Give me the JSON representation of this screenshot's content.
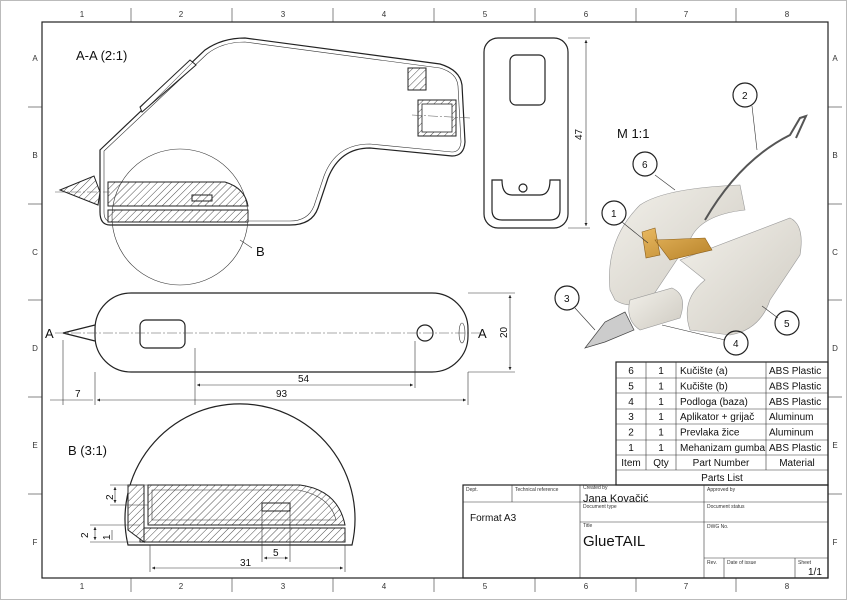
{
  "grid": {
    "columns": [
      "1",
      "2",
      "3",
      "4",
      "5",
      "6",
      "7",
      "8"
    ],
    "rows": [
      "A",
      "B",
      "C",
      "D",
      "E",
      "F"
    ]
  },
  "views": {
    "section_aa": {
      "label": "A-A (2:1)",
      "detail_callout": "B"
    },
    "side_view": {
      "dims": {
        "height": "47"
      }
    },
    "top_view": {
      "section_marks": [
        "A",
        "A"
      ],
      "dims": {
        "height": "20",
        "slot_to_hole": "54",
        "overall": "93",
        "tip": "7"
      }
    },
    "detail_b": {
      "label": "B (3:1)",
      "dims": {
        "d1": "2",
        "d2": "2",
        "d3": "1",
        "length": "31",
        "slot": "5"
      }
    },
    "iso_view": {
      "scale_label": "M 1:1",
      "balloons": [
        "1",
        "2",
        "3",
        "4",
        "5",
        "6"
      ]
    }
  },
  "parts_list": {
    "title": "Parts List",
    "headers": [
      "Item",
      "Qty",
      "Part Number",
      "Material"
    ],
    "rows": [
      [
        "6",
        "1",
        "Kučište (a)",
        "ABS Plastic"
      ],
      [
        "5",
        "1",
        "Kučište (b)",
        "ABS Plastic"
      ],
      [
        "4",
        "1",
        "Podloga (baza)",
        "ABS Plastic"
      ],
      [
        "3",
        "1",
        "Aplikator + grijač",
        "Aluminum"
      ],
      [
        "2",
        "1",
        "Prevlaka žice",
        "Aluminum"
      ],
      [
        "1",
        "1",
        "Mehanizam gumba",
        "ABS Plastic"
      ]
    ]
  },
  "title_block": {
    "dept_label": "Dept.",
    "tech_ref_label": "Technical reference",
    "created_by_label": "Created by",
    "created_by": "Jana Kovačić",
    "approved_by_label": "Approved by",
    "format": "Format A3",
    "doc_type_label": "Document type",
    "doc_status_label": "Document status",
    "title_label": "Title",
    "title": "GlueTAIL",
    "dwg_no_label": "DWG No.",
    "rev_label": "Rev.",
    "date_label": "Date of issue",
    "sheet_label": "Sheet",
    "sheet": "1/1"
  },
  "colors": {
    "part_gray": "#e6e3dc",
    "part_orange": "#d9a441",
    "line": "#222222"
  }
}
